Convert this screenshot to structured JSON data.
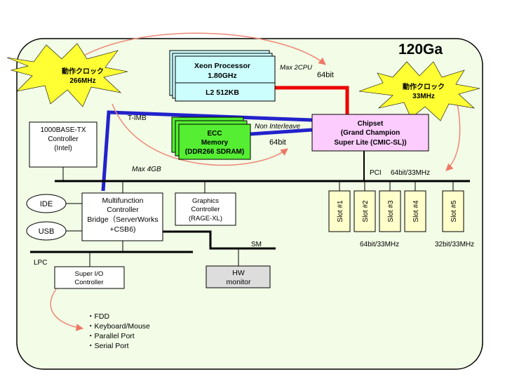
{
  "title": "120Ga",
  "clock_burst_left": {
    "line1": "動作クロック",
    "line2": "266MHz"
  },
  "clock_burst_right": {
    "line1": "動作クロック",
    "line2": "33MHz"
  },
  "processor": {
    "name": "Xeon Processor",
    "speed": "1.80GHz",
    "cache": "L2 512KB",
    "max_cpu": "Max 2CPU",
    "bus_width": "64bit"
  },
  "chipset": {
    "line1": "Chipset",
    "line2": "(Grand Champion",
    "line3": "Super Lite (CMIC-SL))"
  },
  "memory": {
    "line1": "ECC",
    "line2": "Memory",
    "line3": "(DDR266 SDRAM)",
    "interleave": "Non Interleave",
    "bus_width": "64bit",
    "max": "Max 4GB"
  },
  "timb_label": "T-IMB",
  "lan": {
    "line1": "1000BASE-TX",
    "line2": "Controller",
    "line3": "(Intel)"
  },
  "pci": {
    "label": "PCI",
    "speed": "64bit/33MHz"
  },
  "slots": [
    "Slot #1",
    "Slot #2",
    "Slot #3",
    "Slot #4",
    "Slot #5"
  ],
  "slot_speed_1_4": "64bit/33MHz",
  "slot_speed_5": "32bit/33MHz",
  "ide": "IDE",
  "usb": "USB",
  "mfc": {
    "line1": "Multifunction",
    "line2": "Controller",
    "line3": "Bridge（ServerWorks",
    "line4": "+CSB6)"
  },
  "graphics": {
    "line1": "Graphics",
    "line2": "Controller",
    "line3": "(RAGE-XL)"
  },
  "sm_label": "SM",
  "lpc_label": "LPC",
  "hw_monitor": {
    "line1": "HW",
    "line2": "monitor"
  },
  "superio": {
    "line1": "Super I/O",
    "line2": "Controller"
  },
  "ports": [
    "・FDD",
    "・Keyboard/Mouse",
    "・Parallel Port",
    "・Serial Port"
  ],
  "colors": {
    "board_bg": "#f2fce6",
    "cpu_fill": "#ccfefe",
    "chipset_fill": "#fcccfe",
    "memory_fill": "#55ee33",
    "slot_fill": "#ffffcc",
    "burst_fill": "#ffff33",
    "hw_fill": "#dddddd",
    "red_bus": "#ee0000",
    "blue_bus": "#2222cc",
    "arrow": "#ee8877"
  }
}
